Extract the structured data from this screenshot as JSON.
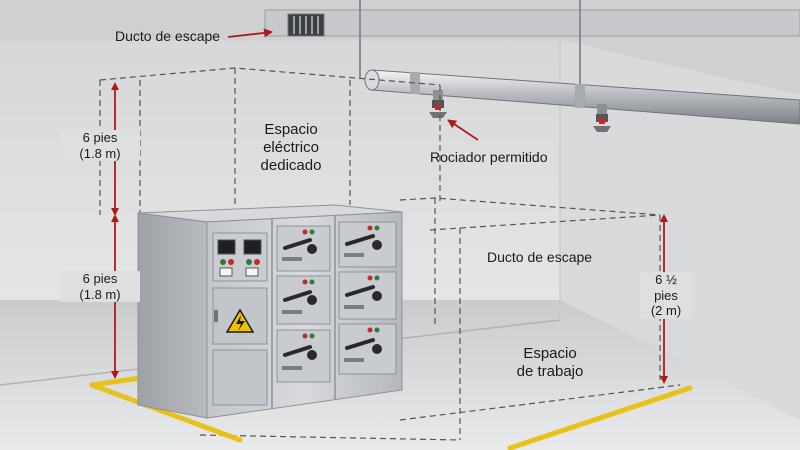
{
  "labels": {
    "duct_top": "Ducto de escape",
    "sprinkler": "Rociador permitido",
    "electrical_space": [
      "Espacio",
      "eléctrico",
      "dedicado"
    ],
    "upper_height": [
      "6 pies",
      "(1.8 m)"
    ],
    "lower_height": [
      "6 pies",
      "(1.8 m)"
    ],
    "duct_middle": "Ducto de escape",
    "work_height": [
      "6 ½",
      "pies",
      "(2 m)"
    ],
    "work_space": [
      "Espacio",
      "de trabajo"
    ]
  },
  "colors": {
    "dimension_arrow": "#b01818",
    "floor_stripe": "#e8c21a",
    "warning_sign": "#f2c200",
    "cabinet": "#b9bcc0",
    "dashed_boundary": "#555555"
  },
  "icons": [
    "electrical-hazard-icon",
    "vent-grille-icon",
    "sprinkler-head-icon"
  ]
}
